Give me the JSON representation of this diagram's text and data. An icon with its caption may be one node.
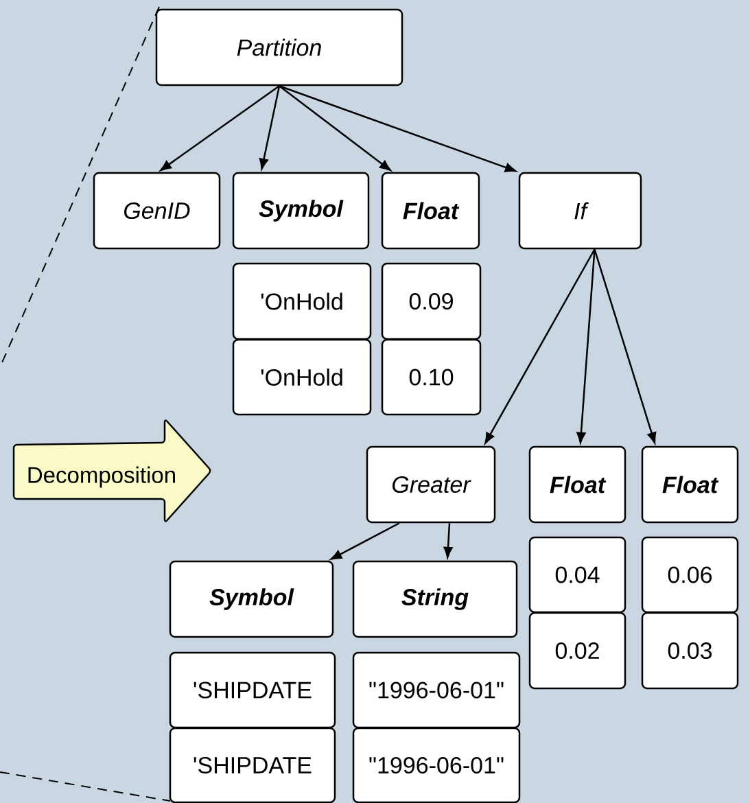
{
  "diagram": {
    "nodes": [
      {
        "text": [
          "Partition"
        ]
      },
      {
        "text": [
          "GenID"
        ]
      },
      {
        "text": [
          "Symbol"
        ]
      },
      {
        "text": [
          "Float"
        ]
      },
      {
        "text": [
          "If"
        ]
      },
      {
        "text": [
          "'OnHold"
        ]
      },
      {
        "text": [
          "0.09"
        ]
      },
      {
        "text": [
          "'OnHold"
        ]
      },
      {
        "text": [
          "0.10"
        ]
      },
      {
        "text": [
          "Decomposition"
        ]
      },
      {
        "text": [
          "Greater"
        ]
      },
      {
        "text": [
          "Float"
        ]
      },
      {
        "text": [
          "Float"
        ]
      },
      {
        "text": [
          "0.04"
        ]
      },
      {
        "text": [
          "0.06"
        ]
      },
      {
        "text": [
          "0.02"
        ]
      },
      {
        "text": [
          "0.03"
        ]
      },
      {
        "text": [
          "Symbol"
        ]
      },
      {
        "text": [
          "String"
        ]
      },
      {
        "text": [
          "'SHIPDATE"
        ]
      },
      {
        "text": [
          "\"1996-06-01\""
        ]
      },
      {
        "text": [
          "'SHIPDATE"
        ]
      },
      {
        "text": [
          "\"1996-06-01\""
        ]
      }
    ],
    "edges": [
      {
        "from": 0,
        "to": 1,
        "arrow": "to"
      },
      {
        "from": 0,
        "to": 2,
        "arrow": "to"
      },
      {
        "from": 0,
        "to": 3,
        "arrow": "to"
      },
      {
        "from": 0,
        "to": 4,
        "arrow": "to"
      },
      {
        "from": 4,
        "to": 10,
        "arrow": "to"
      },
      {
        "from": 4,
        "to": 11,
        "arrow": "to"
      },
      {
        "from": 4,
        "to": 12,
        "arrow": "to"
      },
      {
        "from": 10,
        "to": 17,
        "arrow": "to"
      },
      {
        "from": 10,
        "to": 18,
        "arrow": "to"
      }
    ]
  }
}
